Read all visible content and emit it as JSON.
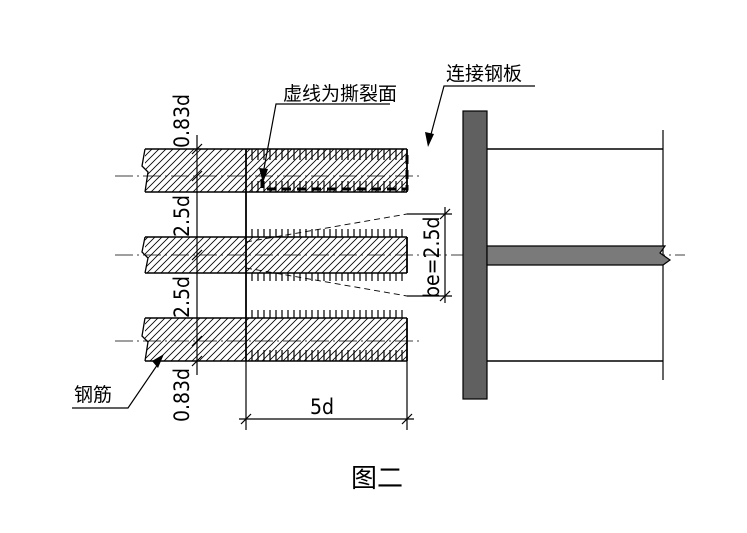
{
  "labels": {
    "tear_face": "虚线为撕裂面",
    "steel_plate": "连接钢板",
    "rebar": "钢筋",
    "be_dim": "be=2.5d",
    "dim_5d": "5d",
    "cover_top": "0.83d",
    "spacing_upper": "2.5d",
    "spacing_lower": "2.5d",
    "cover_bottom": "0.83d",
    "figure_caption": "图二"
  },
  "colors": {
    "line": "#000000",
    "plate": "#606060",
    "background": "#ffffff"
  }
}
